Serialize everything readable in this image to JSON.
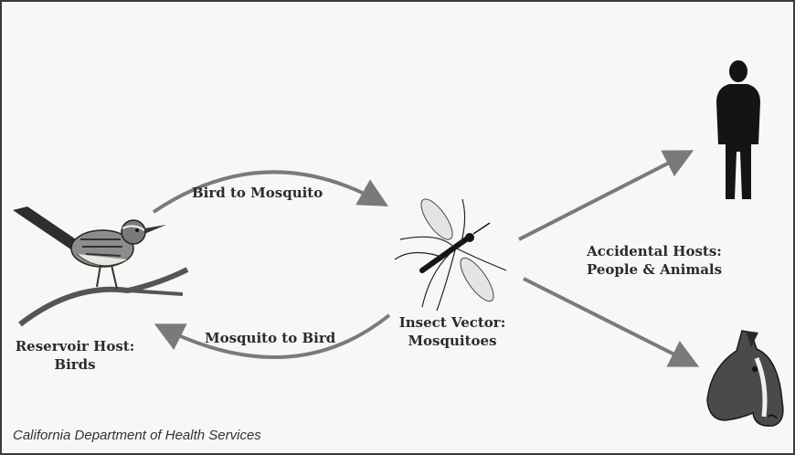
{
  "labels": {
    "bird_to_mosquito": "Bird to Mosquito",
    "mosquito_to_bird": "Mosquito to Bird",
    "reservoir_line1": "Reservoir Host:",
    "reservoir_line2": "Birds",
    "vector_line1": "Insect Vector:",
    "vector_line2": "Mosquitoes",
    "accidental_line1": "Accidental Hosts:",
    "accidental_line2": "People & Animals"
  },
  "credit": "California Department of Health Services",
  "icons": [
    "bird-icon",
    "mosquito-icon",
    "person-icon",
    "horse-head-icon"
  ],
  "colors": {
    "arrow": "#7a7a7a",
    "silhouette": "#141414",
    "text": "#2b2b2b",
    "background": "#f7f7f5"
  }
}
